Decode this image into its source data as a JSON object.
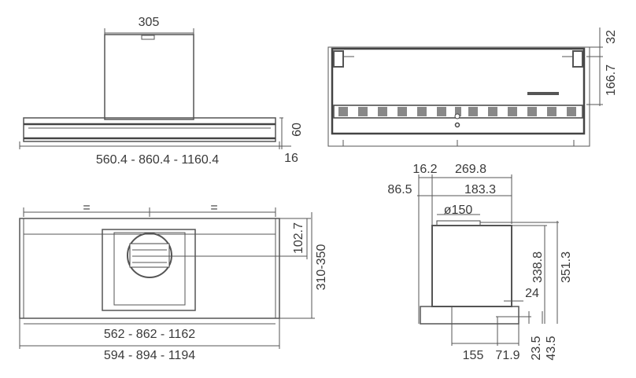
{
  "front_view": {
    "chimney_width": "305",
    "height_60": "60",
    "offset_16": "16",
    "width_range": "560.4 - 860.4 - 1160.4"
  },
  "rear_view": {
    "dim_32": "32",
    "dim_166_7": "166.7"
  },
  "plan_view": {
    "equal_left": "=",
    "equal_right": "=",
    "dim_102_7": "102.7",
    "depth_range": "310-350",
    "inner_width_range": "562 - 862 - 1162",
    "outer_width_range": "594 - 894 - 1194"
  },
  "side_view": {
    "dim_16_2": "16.2",
    "dim_269_8": "269.8",
    "dim_86_5": "86.5",
    "dim_183_3": "183.3",
    "duct_diameter": "ø150",
    "dim_338_8": "338.8",
    "dim_351_3": "351.3",
    "dim_24": "24",
    "dim_155": "155",
    "dim_71_9": "71.9",
    "dim_23_5": "23.5",
    "dim_43_5": "43.5"
  }
}
